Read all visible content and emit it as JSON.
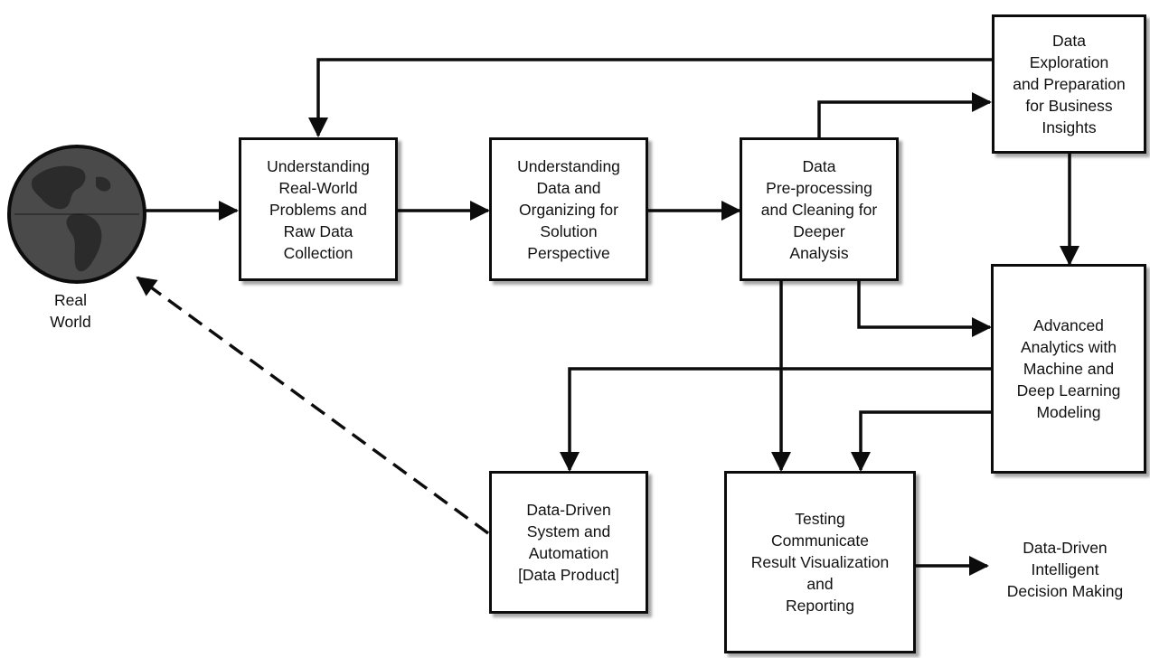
{
  "globe_label": "Real\nWorld",
  "nodes": {
    "understanding_problems": "Understanding\nReal-World\nProblems and\nRaw Data\nCollection",
    "understanding_data": "Understanding\nData and\nOrganizing for\nSolution\nPerspective",
    "preprocessing": "Data\nPre-processing\nand Cleaning for\nDeeper\nAnalysis",
    "exploration": "Data\nExploration\nand Preparation\nfor Business\nInsights",
    "advanced_analytics": "Advanced\nAnalytics with\nMachine and\nDeep Learning\nModeling",
    "data_product": "Data-Driven\nSystem and\nAutomation\n[Data Product]",
    "testing": "Testing\nCommunicate\nResult Visualization\nand\nReporting"
  },
  "output_label": "Data-Driven\nIntelligent\nDecision Making",
  "colors": {
    "stroke": "#0c0c0c",
    "globe_ocean": "#4a4a4a",
    "globe_land": "#2b2b2b"
  }
}
